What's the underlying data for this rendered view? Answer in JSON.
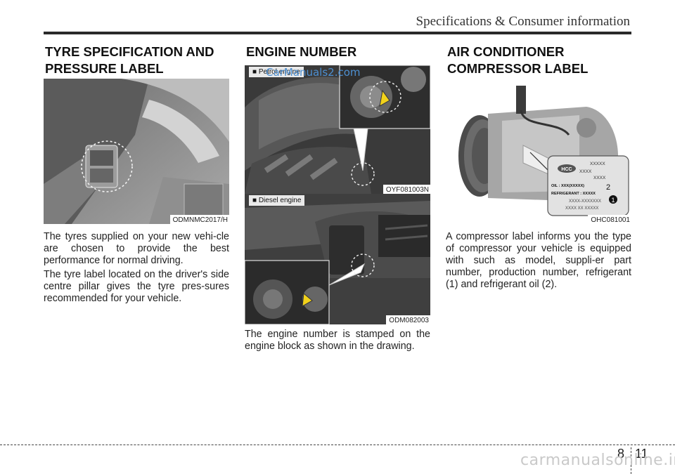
{
  "header": {
    "title": "Specifications & Consumer information"
  },
  "tyre": {
    "heading": "TYRE SPECIFICATION AND PRESSURE LABEL",
    "image_code": "ODMNMC2017/H",
    "para1": "The tyres supplied on your new vehi-cle are chosen to provide the best performance for normal driving.",
    "para2": "The tyre label located on the driver's side centre pillar gives the tyre pres-sures recommended for your vehicle."
  },
  "engine": {
    "heading": "ENGINE NUMBER",
    "petrol_tag": "■ Petrol engine",
    "petrol_code": "OYF081003N",
    "diesel_tag": "■ Diesel engine",
    "diesel_code": "ODM082003",
    "body": "The engine number is stamped on the engine block as shown in the drawing."
  },
  "aircon": {
    "heading": "AIR CONDITIONER COMPRESSOR LABEL",
    "image_code": "OHC081001",
    "label_brand": "HCC",
    "label_lines": [
      "XXXXX",
      "XXXX",
      "XXXX",
      "OIL : XXX(XXXXX)",
      "REFRIGERANT : XXXXX",
      "XXXX-XXXXXXX",
      "XXXX XX XXXXX"
    ],
    "callout_1": "1",
    "callout_2": "2",
    "body": "A compressor label informs you the type of compressor your vehicle is equipped with such as model, suppli-er part number, production number, refrigerant (1) and refrigerant oil (2)."
  },
  "footer": {
    "chapter": "8",
    "page": "11"
  },
  "watermarks": {
    "top": "CarManuals2.com",
    "bottom": "carmanualsonline.info"
  }
}
